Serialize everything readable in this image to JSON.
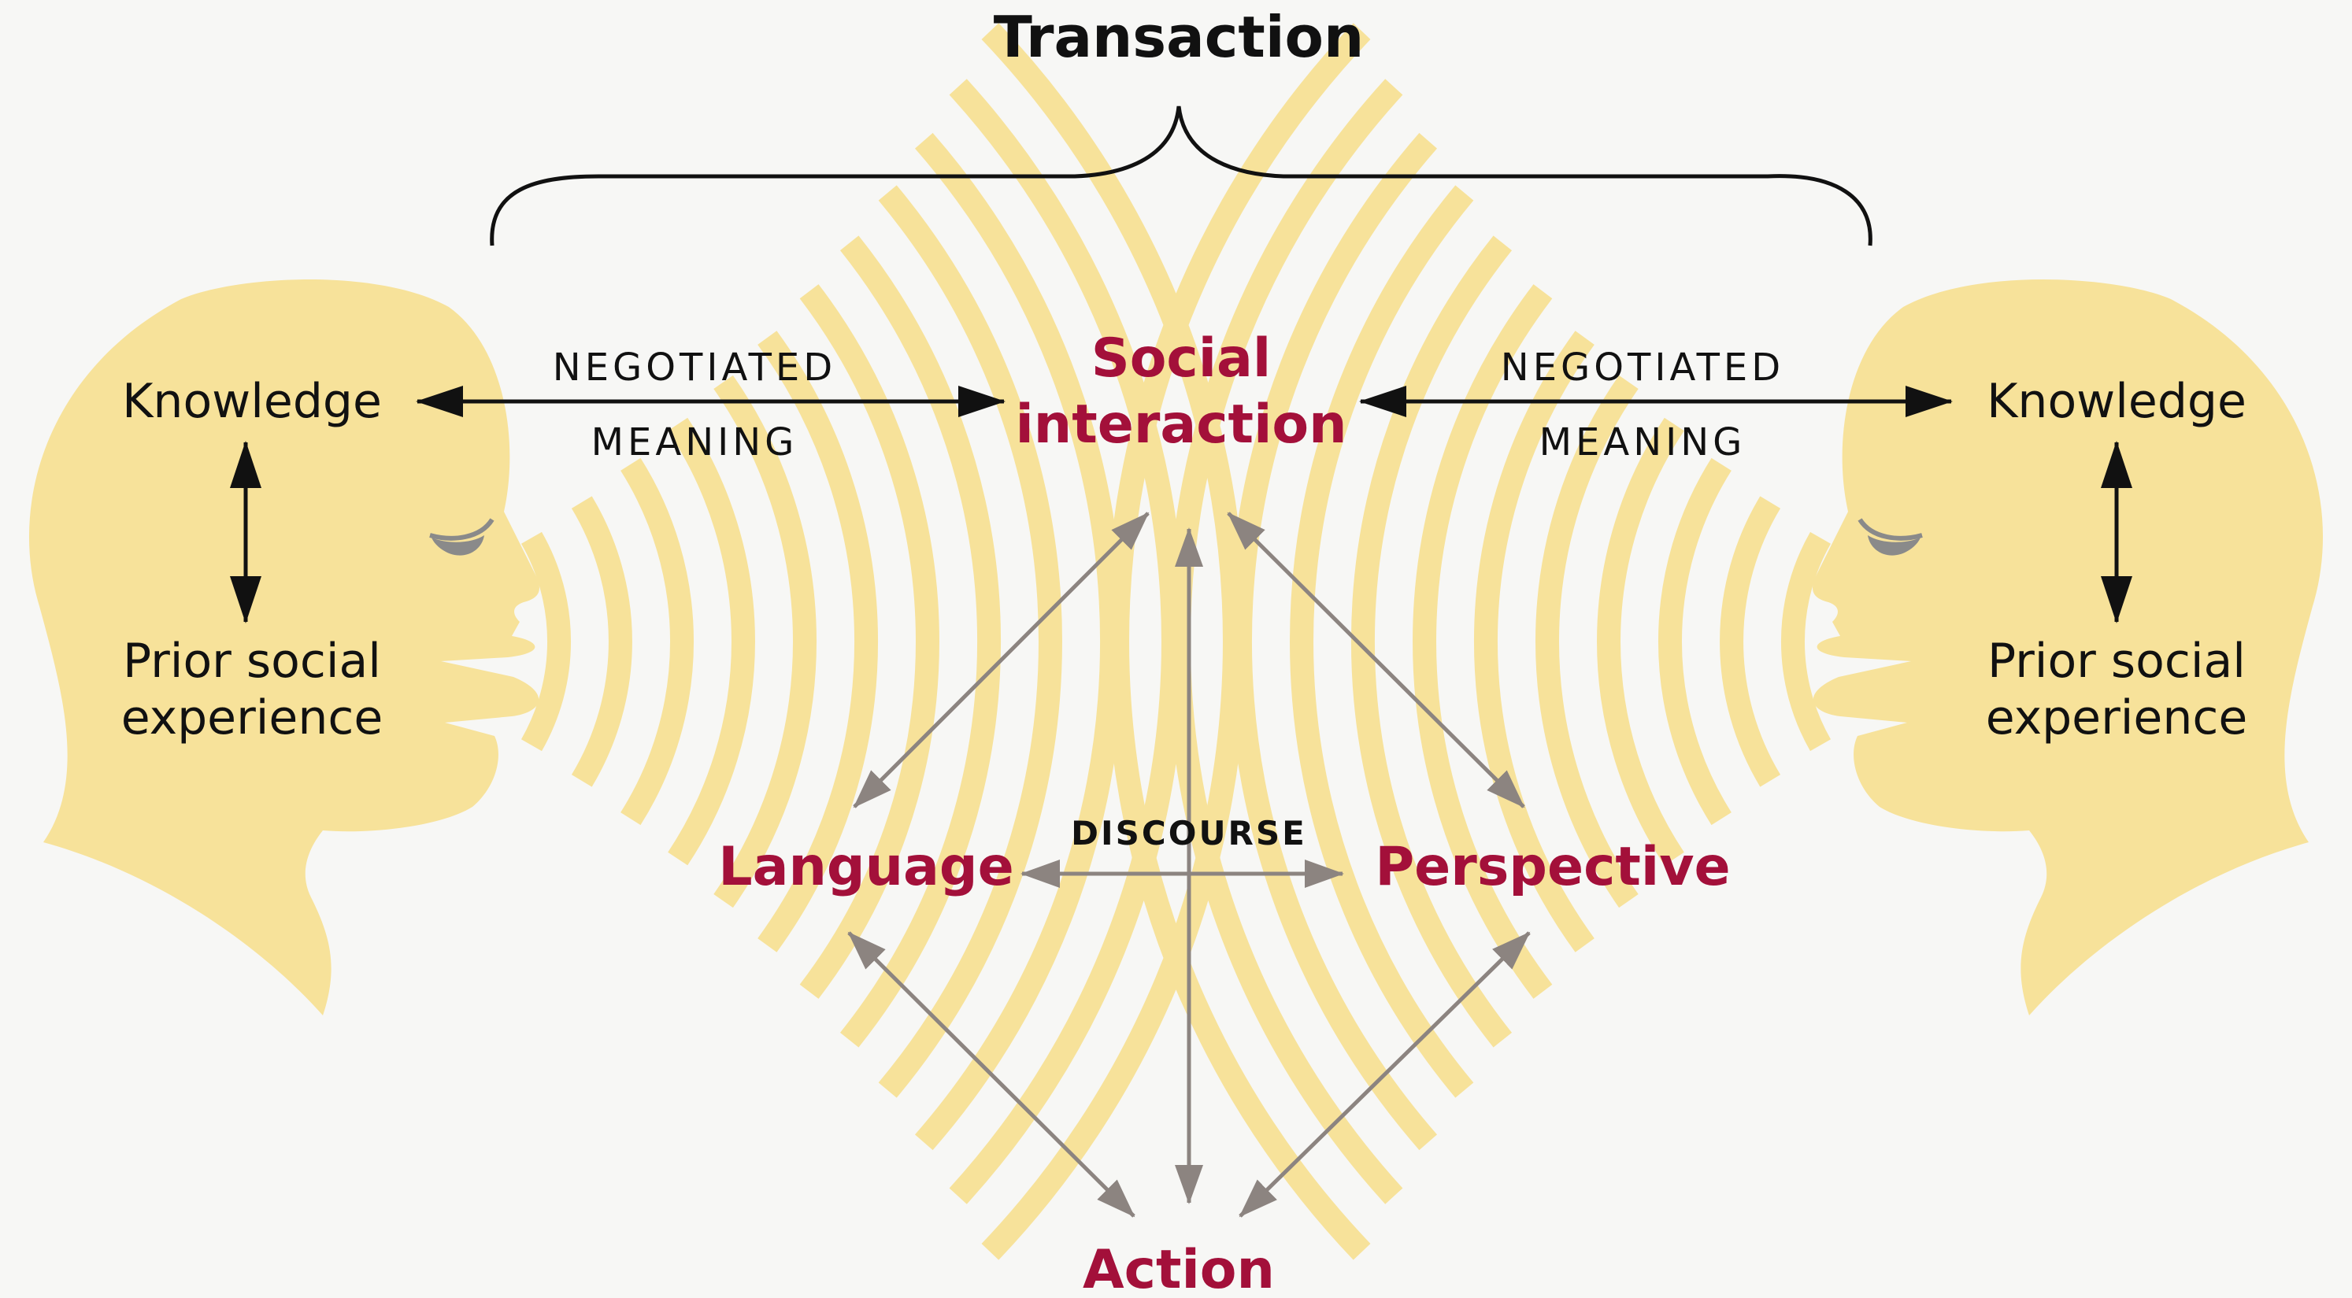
{
  "title": "Transaction",
  "left_head": {
    "top_label": "Knowledge",
    "bottom_label_line1": "Prior social",
    "bottom_label_line2": "experience"
  },
  "right_head": {
    "top_label": "Knowledge",
    "bottom_label_line1": "Prior social",
    "bottom_label_line2": "experience"
  },
  "left_link": {
    "line1": "NEGOTIATED",
    "line2": "MEANING"
  },
  "right_link": {
    "line1": "NEGOTIATED",
    "line2": "MEANING"
  },
  "nodes": {
    "social_line1": "Social",
    "social_line2": "interaction",
    "language": "Language",
    "perspective": "Perspective",
    "action": "Action"
  },
  "center_label": "DISCOURSE",
  "colors": {
    "background": "#f7f7f5",
    "head": "#f7e29a",
    "wave": "#f7e29a",
    "eye": "#8a8a8a",
    "accent_text": "#a3103a",
    "black_arrow": "#111111",
    "grey_arrow": "#8c8480"
  }
}
